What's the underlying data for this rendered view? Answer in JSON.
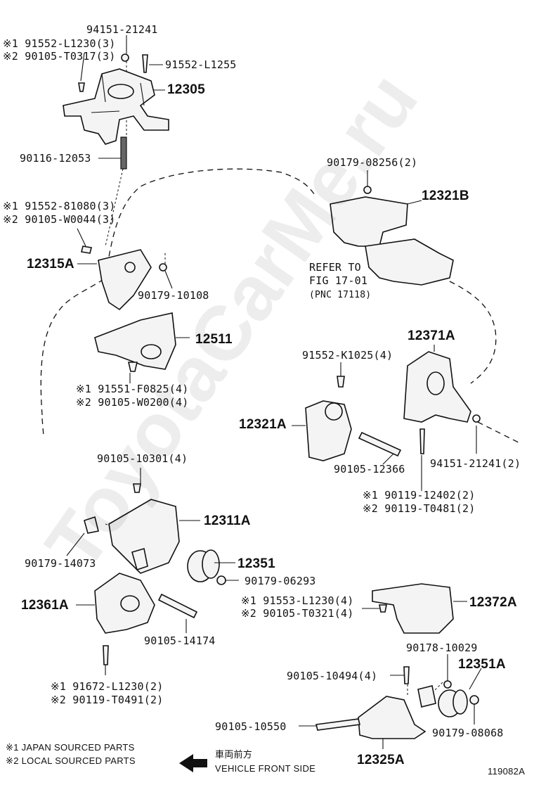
{
  "labels": {
    "l94151_21241": "94151-21241",
    "l91552_L1230": "※1 91552-L1230(3)",
    "l90105_T0317": "※2 90105-T0317(3)",
    "l91552_L1255": "91552-L1255",
    "l12305": "12305",
    "l90116_12053": "90116-12053",
    "l90179_08256": "90179-08256(2)",
    "l12321B": "12321B",
    "l91552_81080": "※1 91552-81080(3)",
    "l90105_W0044": "※2 90105-W0044(3)",
    "l12315A": "12315A",
    "l90179_10108": "90179-10108",
    "refer1": "REFER TO",
    "refer2": "FIG 17-01",
    "refer3": "(PNC 17118)",
    "l12511": "12511",
    "l12371A": "12371A",
    "l91552_K1025": "91552-K1025(4)",
    "l91551_F0825": "※1 91551-F0825(4)",
    "l90105_W0200": "※2 90105-W0200(4)",
    "l12321A": "12321A",
    "l90105_12366": "90105-12366",
    "l94151_21241_2": "94151-21241(2)",
    "l90105_10301": "90105-10301(4)",
    "l90119_12402": "※1 90119-12402(2)",
    "l90119_T0481": "※2 90119-T0481(2)",
    "l12311A": "12311A",
    "l90179_14073": "90179-14073",
    "l12351": "12351",
    "l90179_06293": "90179-06293",
    "l91553_L1230": "※1 91553-L1230(4)",
    "l90105_T0321": "※2 90105-T0321(4)",
    "l12372A": "12372A",
    "l12361A": "12361A",
    "l90105_14174": "90105-14174",
    "l90178_10029": "90178-10029",
    "l90105_10494": "90105-10494(4)",
    "l12351A": "12351A",
    "l91672_L1230": "※1 91672-L1230(2)",
    "l90119_T0491": "※2 90119-T0491(2)",
    "l90105_10550": "90105-10550",
    "l90179_08068": "90179-08068",
    "l12325A": "12325A",
    "note1": "※1 JAPAN SOURCED PARTS",
    "note2": "※2 LOCAL SOURCED PARTS",
    "front_jp": "車両前方",
    "front_en": "VEHICLE FRONT SIDE",
    "fig_id": "119082A"
  },
  "watermark": "ToyotaCarMe.ru"
}
